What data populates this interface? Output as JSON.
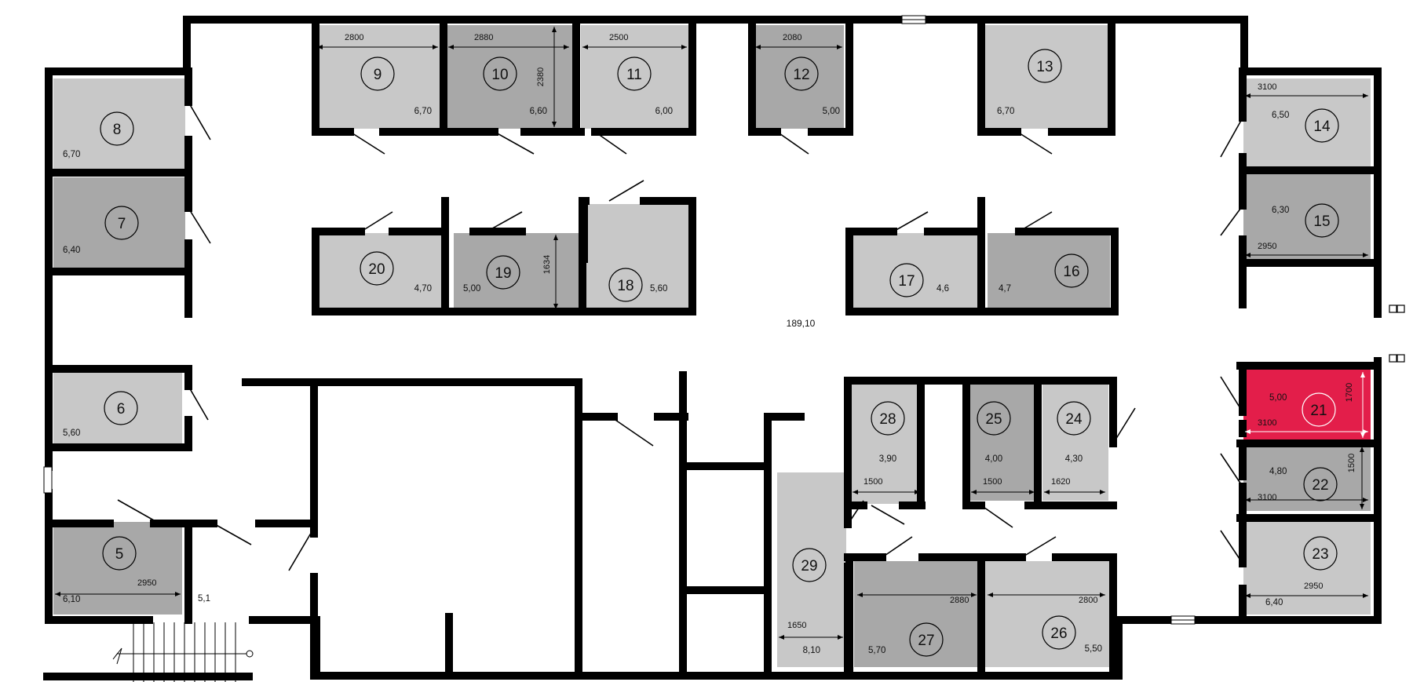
{
  "colors": {
    "room_light": "#c8c8c8",
    "room_dark": "#a8a8a8",
    "room_selected": "#e31e4a",
    "wall": "#000000",
    "background": "#ffffff"
  },
  "hall_area": "189,10",
  "stair_area": "5,1",
  "rooms": [
    {
      "num": "5",
      "area": "6,10",
      "dim_h": "2950",
      "tone": "dark"
    },
    {
      "num": "6",
      "area": "5,60",
      "tone": "light"
    },
    {
      "num": "7",
      "area": "6,40",
      "tone": "dark"
    },
    {
      "num": "8",
      "area": "6,70",
      "tone": "light"
    },
    {
      "num": "9",
      "area": "6,70",
      "dim_h": "2800",
      "tone": "light"
    },
    {
      "num": "10",
      "area": "6,60",
      "dim_h": "2880",
      "dim_v": "2380",
      "tone": "dark"
    },
    {
      "num": "11",
      "area": "6,00",
      "dim_h": "2500",
      "tone": "light"
    },
    {
      "num": "12",
      "area": "5,00",
      "dim_h": "2080",
      "tone": "dark"
    },
    {
      "num": "13",
      "area": "6,70",
      "tone": "light"
    },
    {
      "num": "14",
      "area": "6,50",
      "dim_h": "3100",
      "tone": "light"
    },
    {
      "num": "15",
      "area": "6,30",
      "dim_h": "2950",
      "tone": "dark"
    },
    {
      "num": "16",
      "area": "4,7",
      "tone": "dark"
    },
    {
      "num": "17",
      "area": "4,6",
      "tone": "light"
    },
    {
      "num": "18",
      "area": "5,60",
      "tone": "light"
    },
    {
      "num": "19",
      "area": "5,00",
      "dim_v": "1634",
      "tone": "dark"
    },
    {
      "num": "20",
      "area": "4,70",
      "tone": "light"
    },
    {
      "num": "21",
      "area": "5,00",
      "dim_h": "3100",
      "dim_v": "1700",
      "tone": "selected"
    },
    {
      "num": "22",
      "area": "4,80",
      "dim_h": "3100",
      "dim_v": "1500",
      "tone": "dark"
    },
    {
      "num": "23",
      "area": "6,40",
      "dim_h": "2950",
      "tone": "light"
    },
    {
      "num": "24",
      "area": "4,30",
      "dim_h": "1620",
      "tone": "light"
    },
    {
      "num": "25",
      "area": "4,00",
      "dim_h": "1500",
      "tone": "dark"
    },
    {
      "num": "26",
      "area": "5,50",
      "dim_h": "2800",
      "tone": "light"
    },
    {
      "num": "27",
      "area": "5,70",
      "dim_h": "2880",
      "tone": "dark"
    },
    {
      "num": "28",
      "area": "3,90",
      "dim_h": "1500",
      "tone": "light"
    },
    {
      "num": "29",
      "area": "8,10",
      "dim_h": "1650",
      "tone": "light"
    }
  ]
}
